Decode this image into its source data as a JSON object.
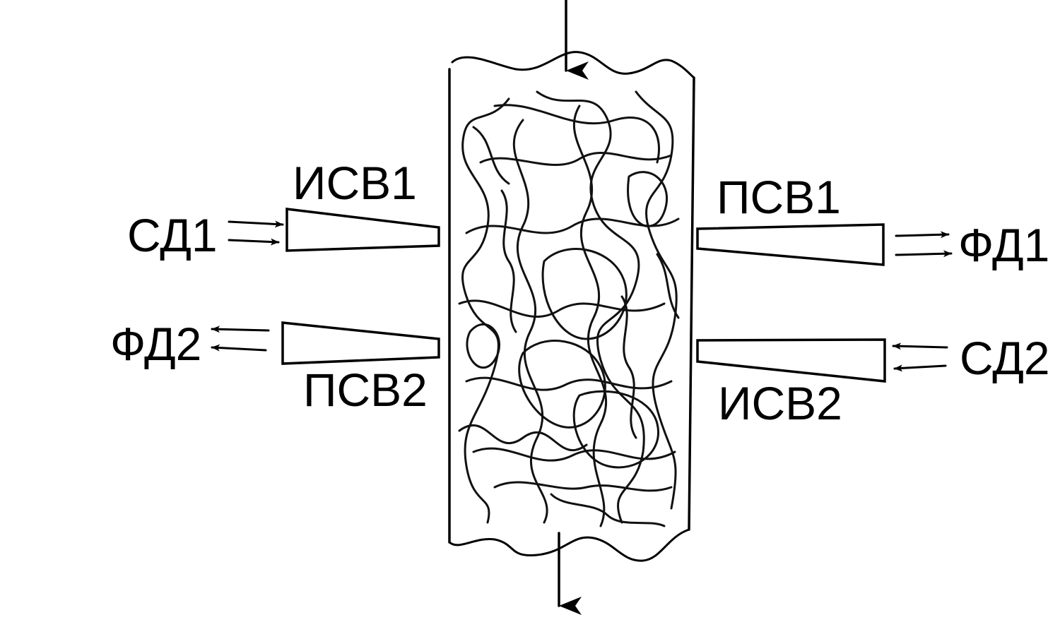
{
  "labels": {
    "sd1": "СД1",
    "sd2": "СД2",
    "fd1": "ФД1",
    "fd2": "ФД2",
    "isv1": "ИСВ1",
    "isv2": "ИСВ2",
    "psv1": "ПСВ1",
    "psv2": "ПСВ2"
  },
  "colors": {
    "ink": "#000000",
    "background": "#ffffff"
  }
}
